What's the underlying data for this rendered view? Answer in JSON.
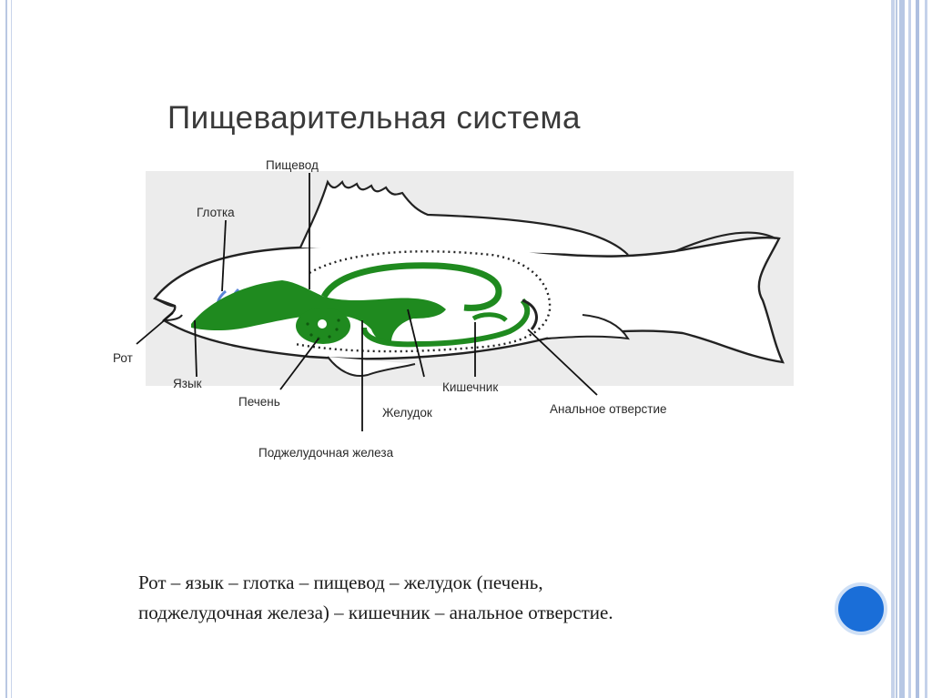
{
  "slide": {
    "title": "Пищеварительная система",
    "caption_line1": "Рот – язык – глотка – пищевод – желудок (печень,",
    "caption_line2": "поджелудочная железа) – кишечник – анальное отверстие."
  },
  "diagram": {
    "labels": {
      "esophagus": "Пищевод",
      "pharynx": "Глотка",
      "mouth": "Рот",
      "tongue": "Язык",
      "liver": "Печень",
      "stomach": "Желудок",
      "intestine": "Кишечник",
      "pancreas": "Поджелудочная железа",
      "anus": "Анальное отверстие"
    }
  },
  "colors": {
    "organ_green": "#1f8a1f",
    "gill_blue": "#5a86d8",
    "nav_dot": "#1a6ed8",
    "frame_stripe": "#b9c8e2"
  }
}
